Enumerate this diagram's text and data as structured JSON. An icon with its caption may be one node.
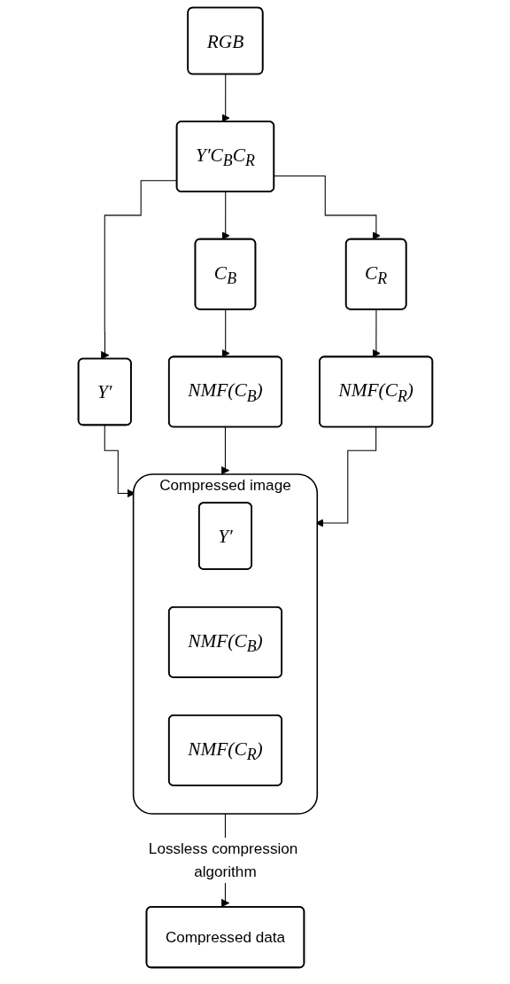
{
  "diagram": {
    "nodes": [
      {
        "text": [
          "RGB"
        ]
      },
      {
        "text": [
          "Y′C$_{B}$C$_{R}$"
        ]
      },
      {
        "text": [
          "Y′"
        ]
      },
      {
        "text": [
          "C$_{B}$"
        ]
      },
      {
        "text": [
          "C$_{R}$"
        ]
      },
      {
        "text": [
          "NMF(C$_{B}$)"
        ]
      },
      {
        "text": [
          "NMF(C$_{R}$)"
        ]
      },
      {
        "text": [
          "Compressed image"
        ]
      },
      {
        "text": [
          "Y′"
        ],
        "in": 7
      },
      {
        "text": [
          "NMF(C$_{B}$)"
        ],
        "in": 7
      },
      {
        "text": [
          "NMF(C$_{R}$)"
        ],
        "in": 7
      },
      {
        "text": [
          "Compressed data"
        ]
      }
    ],
    "edges": [
      {
        "from": 0,
        "to": 1,
        "arrow": "to"
      },
      {
        "from": 1,
        "to": 2,
        "arrow": "to"
      },
      {
        "from": 1,
        "to": 3,
        "arrow": "to"
      },
      {
        "from": 1,
        "to": 4,
        "arrow": "to"
      },
      {
        "from": 3,
        "to": 5,
        "arrow": "to"
      },
      {
        "from": 4,
        "to": 6,
        "arrow": "to"
      },
      {
        "from": 2,
        "to": 7,
        "arrow": "to"
      },
      {
        "from": 5,
        "to": 7,
        "arrow": "to"
      },
      {
        "from": 6,
        "to": 7,
        "arrow": "to"
      },
      {
        "from": 7,
        "to": 11,
        "arrow": "to",
        "label": "Lossless compression algorithm"
      }
    ]
  }
}
